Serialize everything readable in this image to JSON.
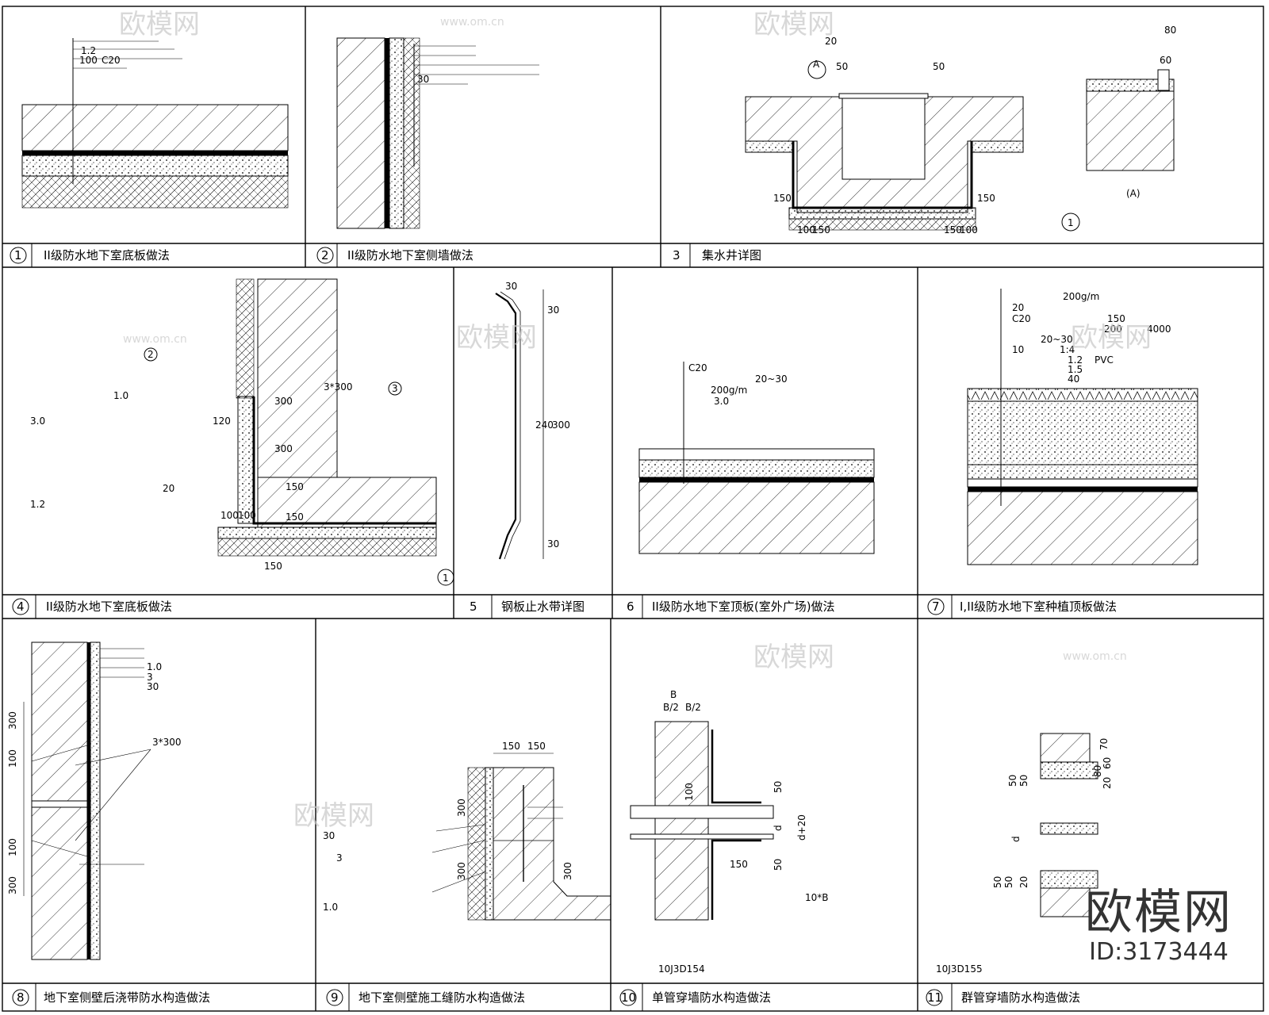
{
  "panels": [
    {
      "number": "1",
      "title": "II级防水地下室底板做法"
    },
    {
      "number": "2",
      "title": "II级防水地下室侧墙做法"
    },
    {
      "number": "3",
      "title": "集水井详图"
    },
    {
      "number": "4",
      "title": "II级防水地下室底板做法"
    },
    {
      "number": "5",
      "title": "钢板止水带详图"
    },
    {
      "number": "6",
      "title": "II级防水地下室顶板(室外广场)做法"
    },
    {
      "number": "7",
      "title": "I,II级防水地下室种植顶板做法"
    },
    {
      "number": "8",
      "title": "地下室侧壁后浇带防水构造做法"
    },
    {
      "number": "9",
      "title": "地下室侧壁施工缝防水构造做法"
    },
    {
      "number": "10",
      "title": "单管穿墙防水构造做法"
    },
    {
      "number": "11",
      "title": "群管穿墙防水构造做法"
    }
  ],
  "annotations": {
    "p1": [
      "1.2",
      "100",
      "C20"
    ],
    "p2": [
      "30"
    ],
    "p3": [
      "20",
      "50",
      "50",
      "150",
      "150",
      "100",
      "150",
      "150",
      "100",
      "(A)",
      "80",
      "60"
    ],
    "p4": [
      "3*300",
      "1.0",
      "3.0",
      "120",
      "300",
      "300",
      "150",
      "150",
      "100",
      "100",
      "150",
      "1.2",
      "20"
    ],
    "p5": [
      "30",
      "30",
      "240",
      "300",
      "30"
    ],
    "p6": [
      "C20",
      "20~30",
      "200g/m",
      "3.0"
    ],
    "p7": [
      "200g/m",
      "20",
      "C20",
      "150",
      "200",
      "4000",
      "20~30",
      "10",
      "1:4",
      "1.2",
      "PVC",
      "1.5",
      "40"
    ],
    "p8": [
      "1.0",
      "3",
      "30",
      "3*300",
      "300",
      "100",
      "100",
      "300"
    ],
    "p9": [
      "150",
      "150",
      "30",
      "3",
      "1.0",
      "300",
      "300",
      "300"
    ],
    "p10": [
      "B",
      "B/2",
      "B/2",
      "50",
      "d",
      "d+20",
      "50",
      "150",
      "100",
      "10*B",
      "10J3D154"
    ],
    "p11": [
      "50",
      "50",
      "20",
      "60",
      "70",
      "80",
      "d",
      "50",
      "50",
      "20",
      "10J3D155"
    ]
  },
  "circle_refs": [
    "A",
    "1",
    "2",
    "3",
    "1"
  ],
  "watermark": {
    "text": "欧模网",
    "url": "www.om.cn"
  },
  "brand": {
    "name": "欧模网",
    "id": "ID:3173444"
  }
}
